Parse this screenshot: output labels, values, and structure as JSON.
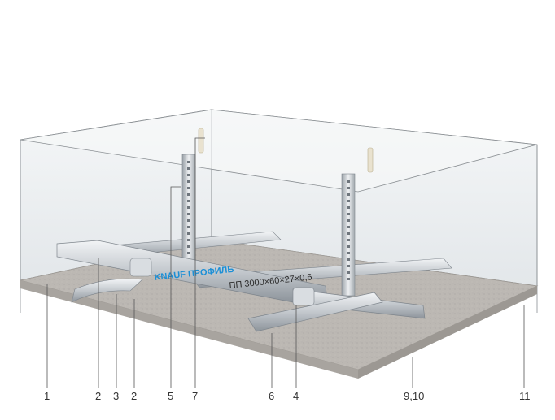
{
  "diagram": {
    "profile_label_brand": "KNAUF ПРОФИЛЬ",
    "profile_label_size": "ПП 3000×60×27×0,6",
    "callouts": [
      "1",
      "2",
      "3",
      "2",
      "5",
      "7",
      "6",
      "4",
      "9,10",
      "11"
    ]
  },
  "colors": {
    "slab_top": "#b9b5b0",
    "slab_edge": "#9c9893",
    "wall_fill": "#eef1f3",
    "wall_edge": "#8a8f93",
    "metal_light": "#e3e6e9",
    "metal_mid": "#b6bcc2",
    "metal_dark": "#7e858c",
    "brand_blue": "#1b8fd6",
    "leader": "#555555"
  }
}
